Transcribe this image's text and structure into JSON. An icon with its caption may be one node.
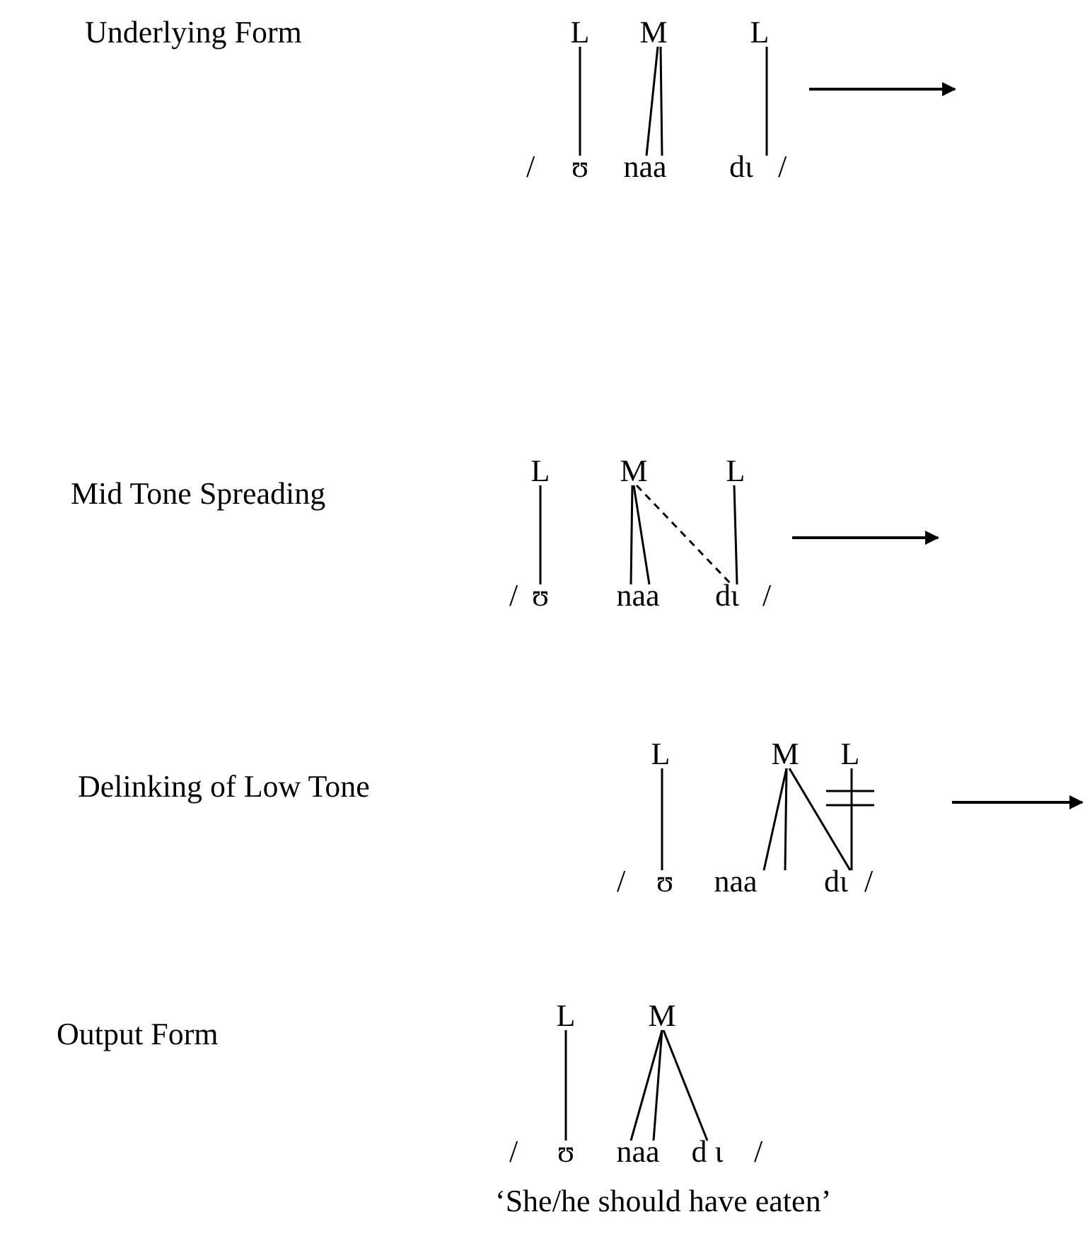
{
  "diagram": {
    "nodes": [
      {
        "text": [
          "L"
        ]
      },
      {
        "text": [
          "M"
        ]
      },
      {
        "text": [
          "L"
        ]
      },
      {
        "text": [
          "ʊ"
        ]
      },
      {
        "text": [
          "naa"
        ]
      },
      {
        "text": [
          "dι"
        ]
      },
      {
        "text": [
          "L"
        ]
      },
      {
        "text": [
          "M"
        ]
      },
      {
        "text": [
          "L"
        ]
      },
      {
        "text": [
          "ʊ"
        ]
      },
      {
        "text": [
          "naa"
        ]
      },
      {
        "text": [
          "dι"
        ]
      },
      {
        "text": [
          "L"
        ]
      },
      {
        "text": [
          "M"
        ]
      },
      {
        "text": [
          "L"
        ]
      },
      {
        "text": [
          "ʊ"
        ]
      },
      {
        "text": [
          "naa"
        ]
      },
      {
        "text": [
          "dι"
        ]
      },
      {
        "text": [
          "L"
        ]
      },
      {
        "text": [
          "M"
        ]
      },
      {
        "text": [
          "ʊ"
        ]
      },
      {
        "text": [
          "naa"
        ]
      },
      {
        "text": [
          "d ι"
        ]
      }
    ],
    "edges": [
      {
        "from": 0,
        "to": 3,
        "arrow": "none"
      },
      {
        "from": 1,
        "to": 4,
        "arrow": "none"
      },
      {
        "from": 1,
        "to": 4,
        "arrow": "none"
      },
      {
        "from": 2,
        "to": 5,
        "arrow": "none"
      },
      {
        "from": 6,
        "to": 9,
        "arrow": "none"
      },
      {
        "from": 7,
        "to": 10,
        "arrow": "none"
      },
      {
        "from": 7,
        "to": 10,
        "arrow": "none"
      },
      {
        "from": 7,
        "to": 11,
        "arrow": "none",
        "style": "dashed"
      },
      {
        "from": 8,
        "to": 11,
        "arrow": "none"
      },
      {
        "from": 12,
        "to": 15,
        "arrow": "none"
      },
      {
        "from": 13,
        "to": 16,
        "arrow": "none"
      },
      {
        "from": 13,
        "to": 16,
        "arrow": "none"
      },
      {
        "from": 13,
        "to": 17,
        "arrow": "none"
      },
      {
        "from": 14,
        "to": 17,
        "arrow": "none"
      },
      {
        "from": 18,
        "to": 20,
        "arrow": "none"
      },
      {
        "from": 19,
        "to": 21,
        "arrow": "none"
      },
      {
        "from": 19,
        "to": 21,
        "arrow": "none"
      },
      {
        "from": 19,
        "to": 22,
        "arrow": "none"
      }
    ],
    "labels": [
      "Underlying Form",
      "/",
      "/",
      "Mid Tone Spreading",
      "/",
      "/",
      "Delinking of Low Tone",
      "/",
      "/",
      "Output Form",
      "/",
      "/",
      "‘She/he should have eaten’"
    ]
  }
}
